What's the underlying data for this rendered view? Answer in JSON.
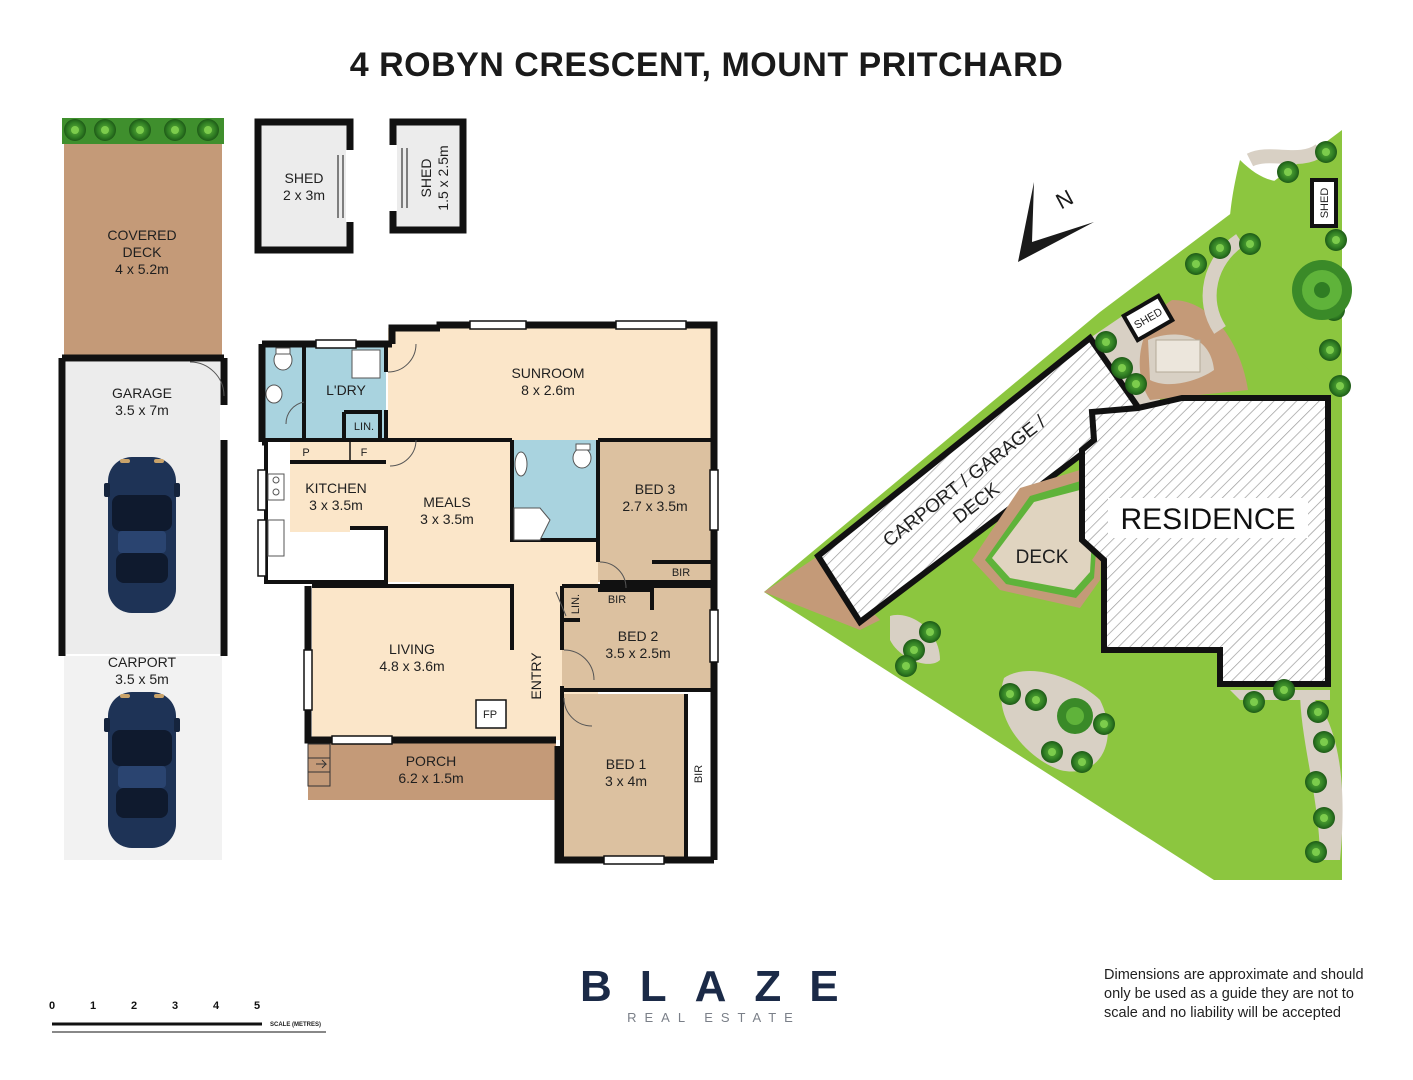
{
  "title": "4 ROBYN CRESCENT, MOUNT PRITCHARD",
  "rooms": {
    "covered_deck": {
      "name": "COVERED DECK",
      "line1": "COVERED",
      "line2": "DECK",
      "size": "4 x 5.2m"
    },
    "garage": {
      "name": "GARAGE",
      "size": "3.5 x 7m"
    },
    "carport": {
      "name": "CARPORT",
      "size": "3.5 x 5m"
    },
    "shed1": {
      "name": "SHED",
      "size": "2 x 3m"
    },
    "shed2": {
      "name": "SHED",
      "size": "1.5 x 2.5m"
    },
    "sunroom": {
      "name": "SUNROOM",
      "size": "8 x 2.6m"
    },
    "laundry": {
      "name": "L'DRY"
    },
    "lin1": {
      "name": "LIN."
    },
    "lin2": {
      "name": "LIN."
    },
    "pantry": {
      "name": "P"
    },
    "fridge": {
      "name": "F"
    },
    "kitchen": {
      "name": "KITCHEN",
      "size": "3 x 3.5m"
    },
    "meals": {
      "name": "MEALS",
      "size": "3 x 3.5m"
    },
    "bed3": {
      "name": "BED 3",
      "size": "2.7 x 3.5m"
    },
    "bir3": {
      "name": "BIR"
    },
    "bir2": {
      "name": "BIR"
    },
    "bed2": {
      "name": "BED 2",
      "size": "3.5 x 2.5m"
    },
    "living": {
      "name": "LIVING",
      "size": "4.8 x 3.6m"
    },
    "entry": {
      "name": "ENTRY"
    },
    "fp": {
      "name": "FP"
    },
    "porch": {
      "name": "PORCH",
      "size": "6.2 x 1.5m"
    },
    "bed1": {
      "name": "BED 1",
      "size": "3 x 4m"
    },
    "bir1": {
      "name": "BIR"
    }
  },
  "site": {
    "residence": "RESIDENCE",
    "carport_garage_deck_line1": "CARPORT / GARAGE /",
    "carport_garage_deck_line2": "DECK",
    "deck": "DECK",
    "shed_a": "SHED",
    "shed_b": "SHED",
    "north": "N"
  },
  "scale": {
    "ticks": [
      "0",
      "1",
      "2",
      "3",
      "4",
      "5"
    ],
    "caption": "SCALE (METRES)"
  },
  "brand": {
    "name": "BLAZE",
    "tagline": "REAL ESTATE"
  },
  "disclaimer": "Dimensions are approximate and should only be used as a guide they are not to scale and no liability will be accepted",
  "colors": {
    "covered_deck": "#c49a78",
    "porch": "#c49a78",
    "garage": "#ececec",
    "carport": "#f2f2f2",
    "living_area": "#fbe6c9",
    "bedroom": "#dcc1a0",
    "wet_area": "#a9d3df",
    "lawn": "#8cc63f",
    "path": "#d8d0c4",
    "brand": "#1b2a47"
  }
}
